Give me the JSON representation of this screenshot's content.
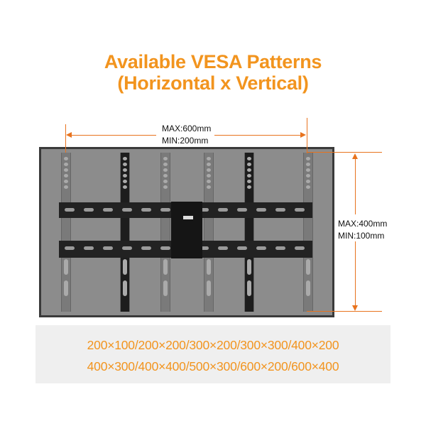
{
  "title": {
    "line1": "Available VESA Patterns",
    "line2": "(Horizontal x Vertical)"
  },
  "horizontal_dimension": {
    "max": "MAX:600mm",
    "min": "MIN:200mm"
  },
  "vertical_dimension": {
    "max": "MAX:400mm",
    "min": "MIN:100mm"
  },
  "vesa_patterns": {
    "line1": "200×100/200×200/300×200/300×300/400×200",
    "line2": "400×300/400×400/500×300/600×200/600×400"
  },
  "colors": {
    "accent": "#f2941e",
    "arrow": "#e8731e"
  }
}
